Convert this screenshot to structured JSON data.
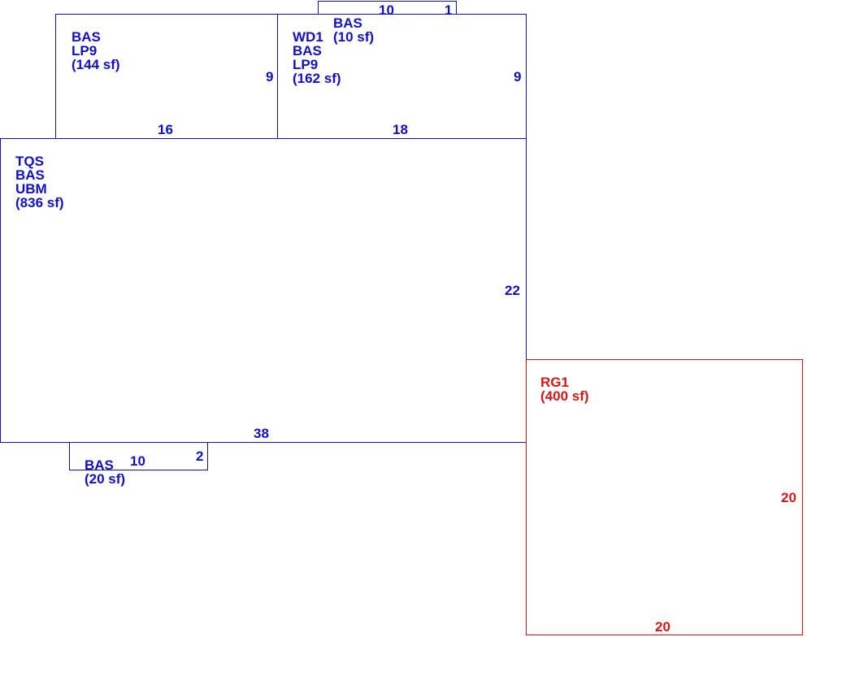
{
  "colors": {
    "living_area": "#1010c8",
    "garage": "#d81616"
  },
  "areas": {
    "main": {
      "labels": [
        "TQS",
        "BAS",
        "UBM"
      ],
      "area": "(836 sf)",
      "dim_bottom": "38",
      "dim_side": "22"
    },
    "upper_left": {
      "labels": [
        "BAS",
        "LP9"
      ],
      "area": "(144 sf)",
      "dim_bottom": "16",
      "dim_side": "9"
    },
    "upper_right": {
      "labels": [
        "WD1",
        "BAS",
        "LP9"
      ],
      "area": "(162 sf)",
      "dim_bottom": "18",
      "dim_side": "9"
    },
    "top_bump": {
      "labels": [
        "BAS"
      ],
      "area": "(10 sf)",
      "dim_length": "10",
      "dim_depth": "1"
    },
    "bottom_bump": {
      "labels": [
        "BAS"
      ],
      "area": "(20 sf)",
      "dim_length": "10",
      "dim_depth": "2"
    },
    "garage": {
      "labels": [
        "RG1"
      ],
      "area": "(400 sf)",
      "dim_bottom": "20",
      "dim_side": "20"
    }
  }
}
